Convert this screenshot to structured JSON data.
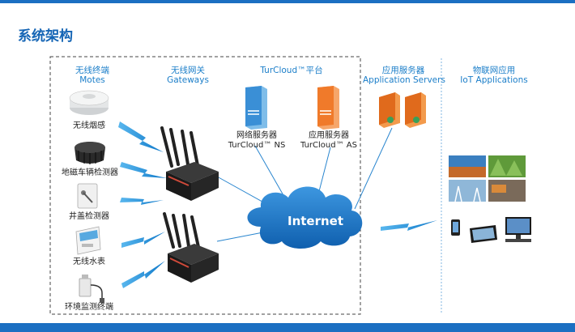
{
  "title": "系统架构",
  "columns": {
    "motes": {
      "cn": "无线终端",
      "en": "Motes"
    },
    "gateways": {
      "cn": "无线网关",
      "en": "Gateways"
    },
    "platform": {
      "name": "TurCloud™平台"
    },
    "app_servers": {
      "cn": "应用服务器",
      "en": "Application Servers"
    },
    "iot_apps": {
      "cn": "物联网应用",
      "en": "IoT Applications"
    }
  },
  "devices": [
    {
      "label": "无线烟感",
      "icon": "smoke-detector-icon"
    },
    {
      "label": "地磁车辆检测器",
      "icon": "geomagnetic-sensor-icon"
    },
    {
      "label": "井盖检测器",
      "icon": "manhole-detector-icon"
    },
    {
      "label": "无线水表",
      "icon": "water-meter-icon"
    },
    {
      "label": "环境监测终端",
      "icon": "environment-sensor-icon"
    }
  ],
  "servers": {
    "ns": {
      "line1": "网络服务器",
      "line2": "TurCloud™ NS",
      "color": "#3a8fd6"
    },
    "as": {
      "line1": "应用服务器",
      "line2": "TurCloud™ AS",
      "color": "#f07a2a"
    }
  },
  "internet": "Internet",
  "colors": {
    "accent": "#1b6fc2",
    "header": "#1b7ec9",
    "cloud": "#1d74c6",
    "wireless": "#1a8fd8"
  }
}
